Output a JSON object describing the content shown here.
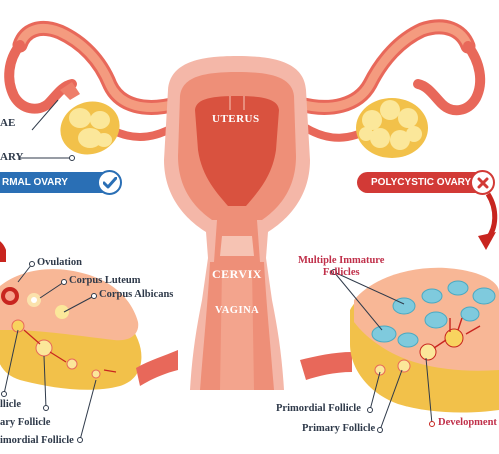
{
  "organs": {
    "uterus": "UTERUS",
    "cervix": "CERVIX",
    "vagina": "VAGINA"
  },
  "left": {
    "fimbriae_partial": "AE",
    "ovary_partial": "ARY",
    "badge_label": "RMAL OVARY",
    "badge_icon": "check-icon",
    "labels": {
      "ovulation": "Ovulation",
      "corpus_luteum": "Corpus Luteum",
      "corpus_albicans": "Corpus Albicans",
      "follicle_partial": "llicle",
      "primary_partial": "ary Follicle",
      "primordial_partial": "imordial Follicle"
    }
  },
  "right": {
    "badge_label": "POLYCYSTIC OVARY",
    "badge_icon": "x-icon",
    "labels": {
      "immature": "Multiple Immature\nFollicles",
      "primordial": "Primordial Follicle",
      "primary": "Primary Follicle",
      "development": "Development"
    }
  },
  "colors": {
    "normal_badge": "#2a6fb5",
    "polycystic_badge": "#d23a36",
    "uterus_tissue": "#f0917a",
    "cyst_blue": "#7fcadd",
    "ovary_yellow": "#f8d35f"
  }
}
